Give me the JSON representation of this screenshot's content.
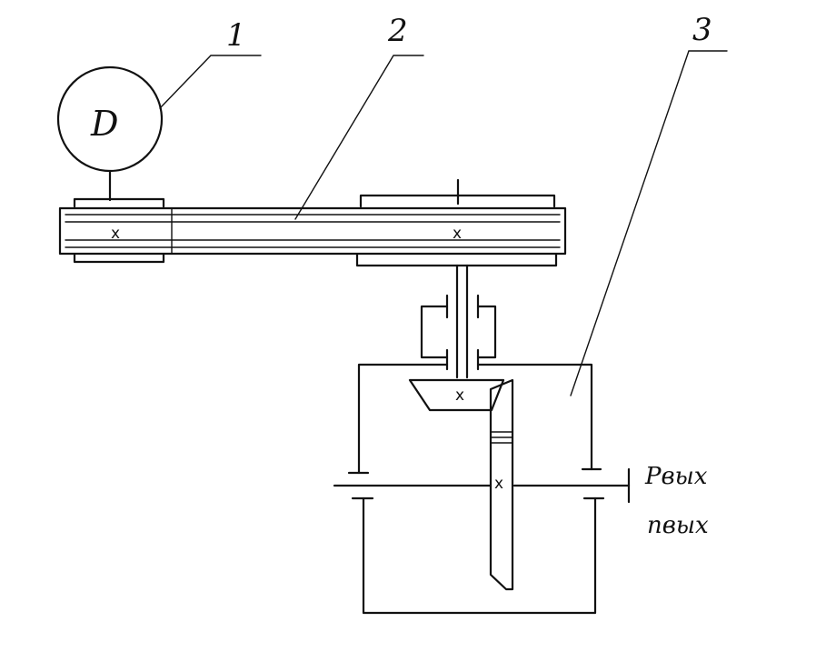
{
  "labels": {
    "motor_number": "1",
    "belt_number": "2",
    "gearbox_number": "3",
    "motor_symbol": "Ⅾ"
  },
  "markers": {
    "shaft_mark": "x"
  },
  "outputs": {
    "power": "Pвых",
    "speed": "nвых"
  },
  "colors": {
    "ink": "#111111",
    "paper": "#ffffff"
  }
}
